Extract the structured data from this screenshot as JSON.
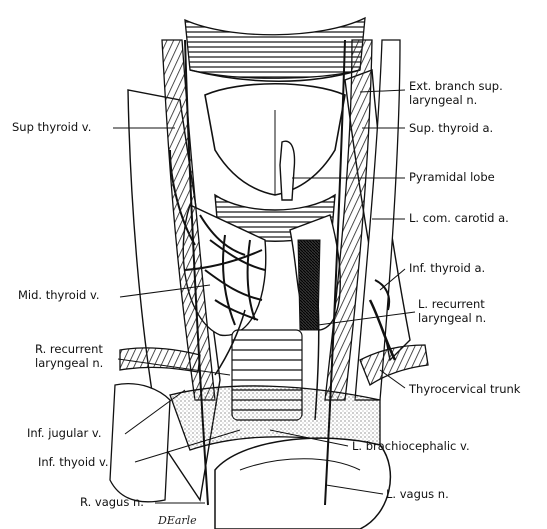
{
  "labels": {
    "ext_branch_line1": "Ext. branch sup.",
    "ext_branch_line2": "laryngeal n.",
    "sup_thyroid_v": "Sup thyroid v.",
    "sup_thyroid_a": "Sup. thyroid a.",
    "pyramidal_lobe": "Pyramidal lobe",
    "l_com_carotid_a": "L. com. carotid a.",
    "inf_thyroid_a": "Inf. thyroid a.",
    "mid_thyroid_v": "Mid. thyroid v.",
    "l_recurrent_line1": "L. recurrent",
    "l_recurrent_line2": "laryngeal n.",
    "r_recurrent_line1": "R. recurrent",
    "r_recurrent_line2": "laryngeal n.",
    "thyrocervical_trunk": "Thyrocervical trunk",
    "inf_jugular_v": "Inf. jugular v.",
    "l_brachiocephalic_v": "L. brachiocephalic v.",
    "inf_thyoid_v": "Inf. thyoid v.",
    "r_vagus_n": "R. vagus n.",
    "l_vagus_n": "L. vagus n."
  },
  "colors": {
    "ink": "#111111",
    "paper": "#ffffff",
    "stipple": "#8a8a8a"
  },
  "artist_signature_text": "DEarle"
}
